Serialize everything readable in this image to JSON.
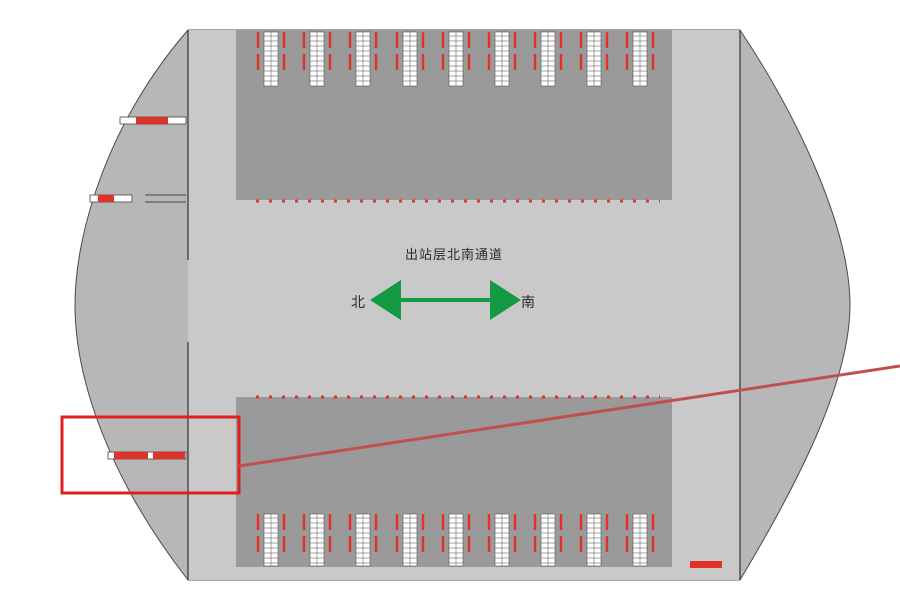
{
  "diagram": {
    "title": "出站层北南通道",
    "north_label": "北",
    "south_label": "南"
  },
  "colors": {
    "floor": "#b7b7b7",
    "concourse": "#c9c9c9",
    "platform_block": "#9a9a9a",
    "wall_line": "#333333",
    "barrier_red": "#e0322b",
    "arrow_green": "#139a43",
    "callout_red": "#e02020",
    "callout_line": "#c0504d",
    "stair_white": "#ffffff"
  },
  "icons": {
    "direction": "double-headed-arrow-icon",
    "barrier": "gate-barrier-icon",
    "stairs": "staircase-icon"
  }
}
